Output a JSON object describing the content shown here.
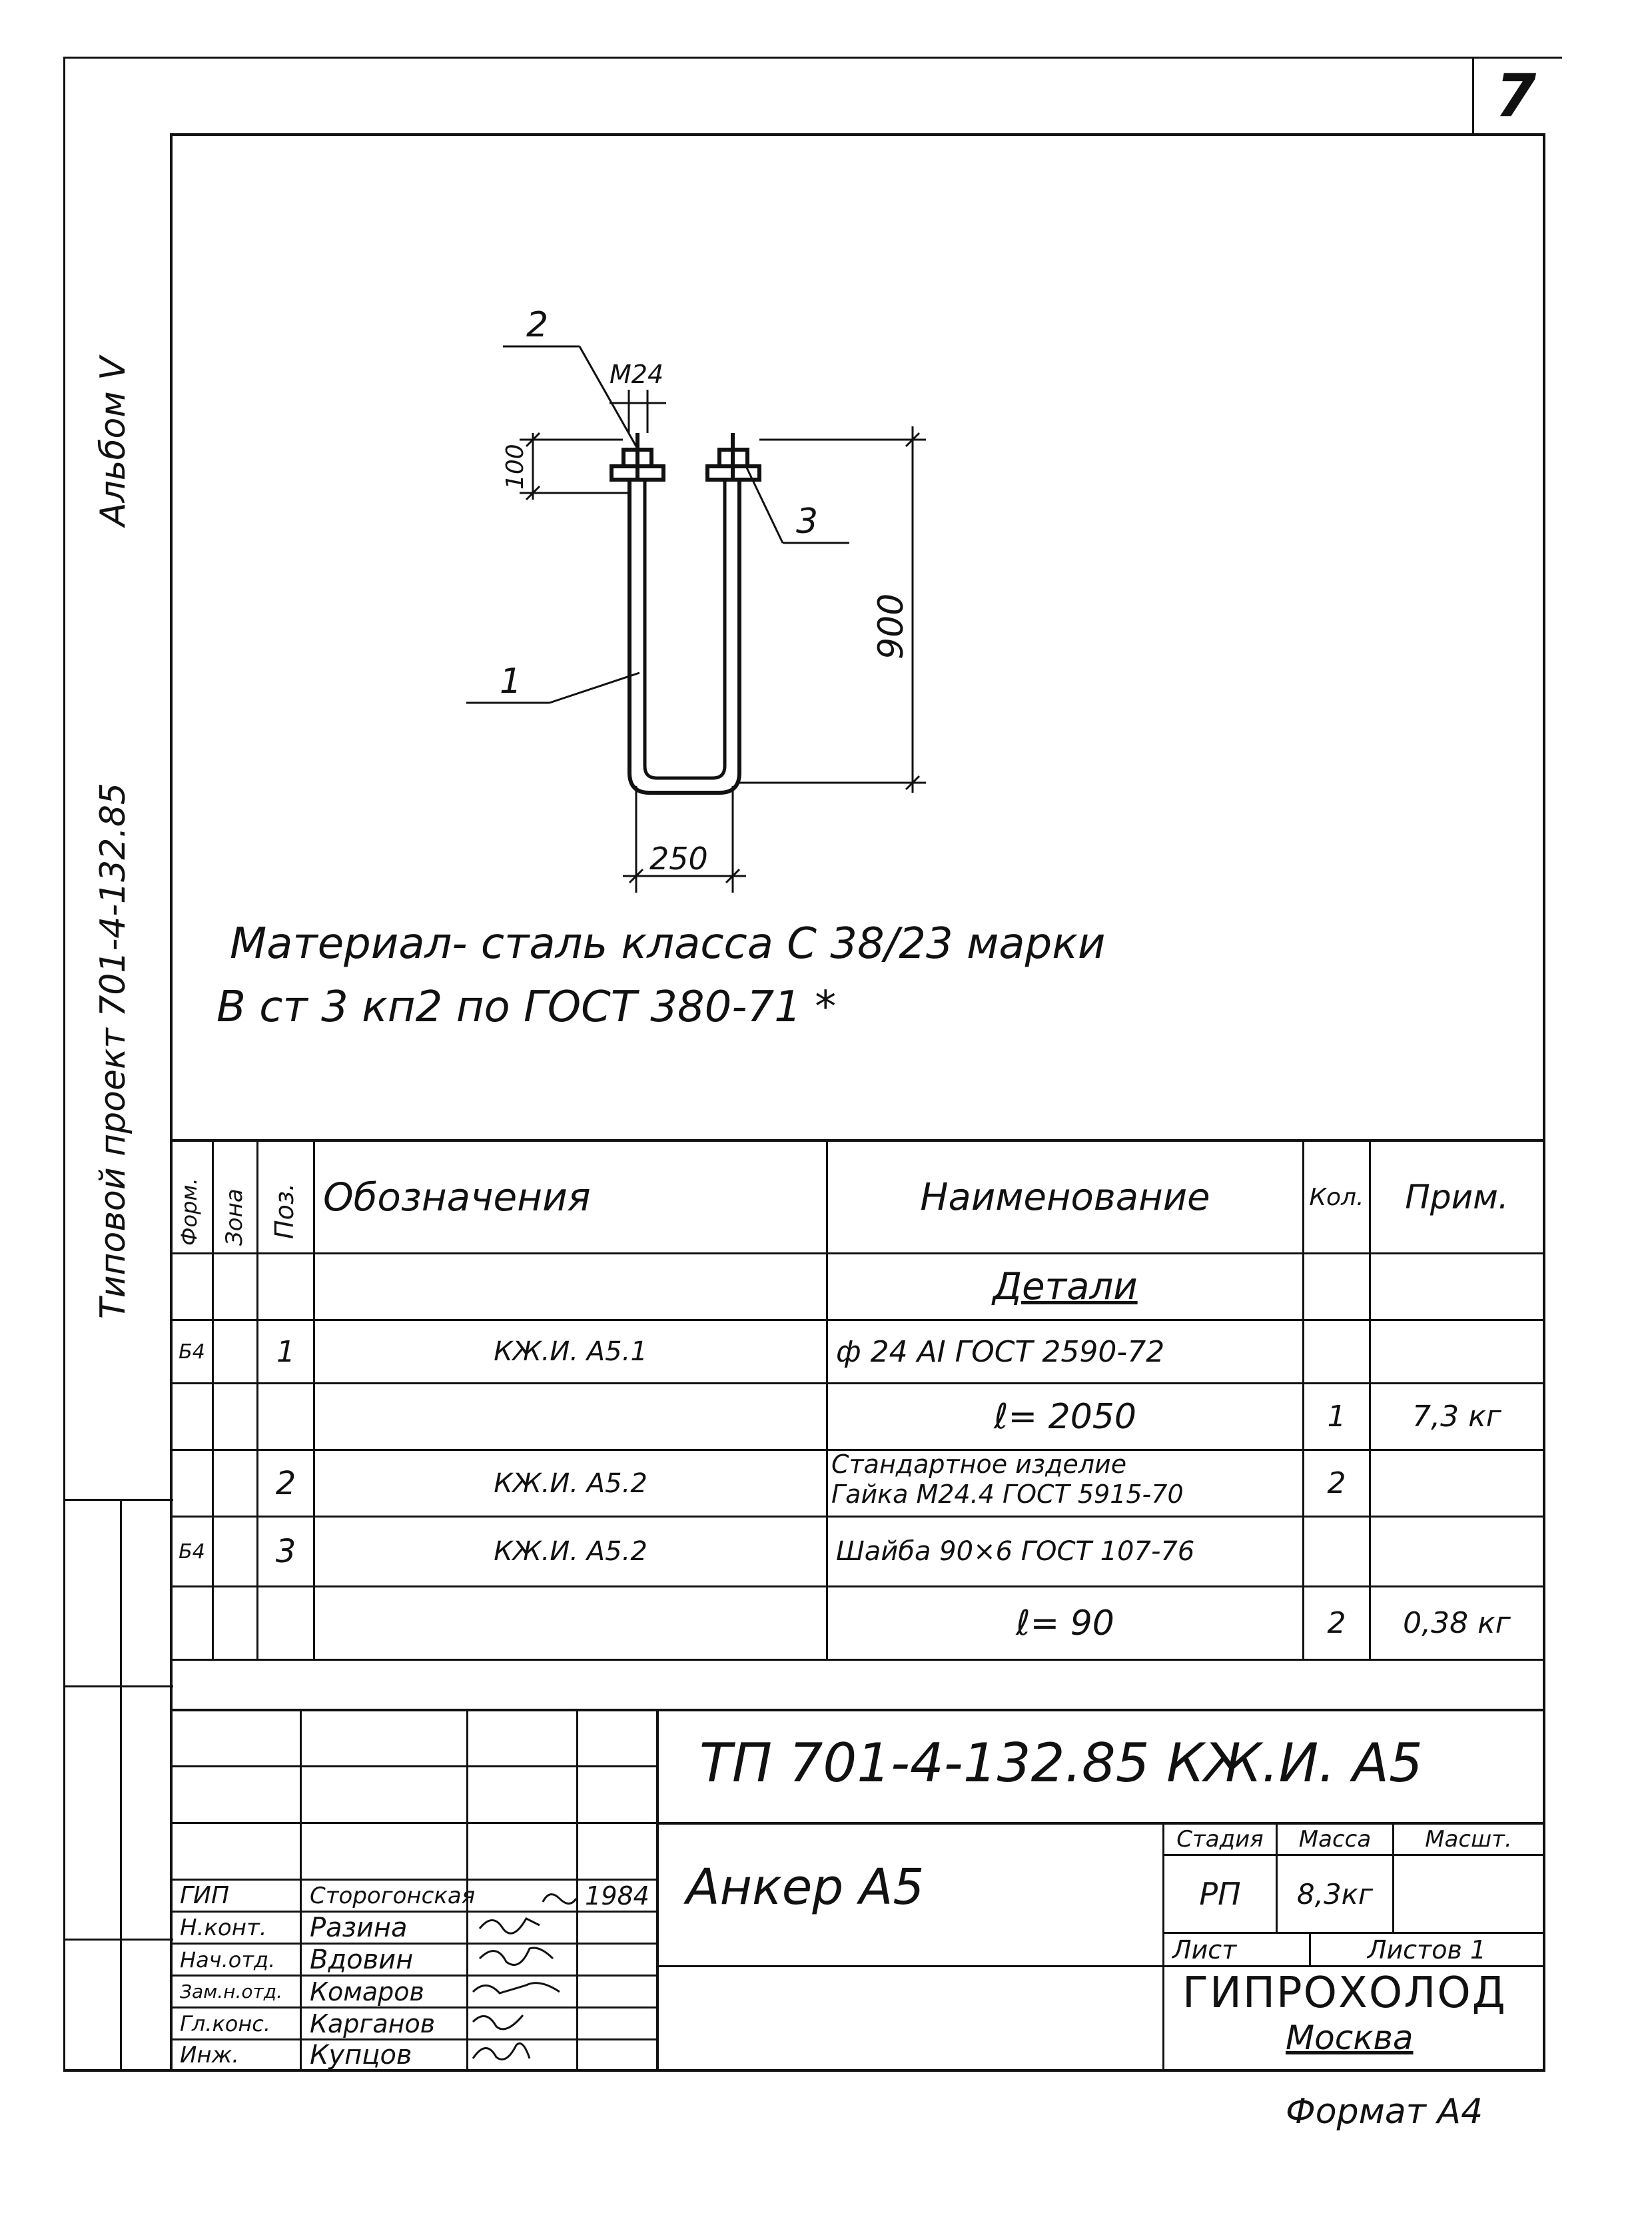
{
  "sheet_number": "7",
  "side_text": {
    "album": "Альбом V",
    "project": "Типовой проект 701-4-132.85"
  },
  "drawing": {
    "pos_2": "2",
    "thread": "М24",
    "dim_100": "100",
    "pos_3": "3",
    "dim_900": "900",
    "pos_1": "1",
    "dim_250": "250"
  },
  "material_note": {
    "line1": "Материал- сталь   класса  С 38/23  марки",
    "line2": "В ст 3 кп2   по ГОСТ  380-71 *"
  },
  "spec_table": {
    "headers": {
      "format": "Форм.",
      "zone": "Зона",
      "pos": "Поз.",
      "designation": "Обозначения",
      "name": "Наименование",
      "qty": "Кол.",
      "note": "Прим."
    },
    "section_title": "Детали",
    "rows": [
      {
        "format": "Б4",
        "pos": "1",
        "designation": "КЖ.И.  А5.1",
        "name": "ф 24 АI ГОСТ 2590-72",
        "qty": "",
        "note": ""
      },
      {
        "format": "",
        "pos": "",
        "designation": "",
        "name": "ℓ= 2050",
        "qty": "1",
        "note": "7,3 кг"
      },
      {
        "format": "",
        "pos": "2",
        "designation": "КЖ.И.  А5.2",
        "name_line1": "Стандартное изделие",
        "name_line2": "Гайка М24.4 ГОСТ 5915-70",
        "qty": "2",
        "note": ""
      },
      {
        "format": "Б4",
        "pos": "3",
        "designation": "КЖ.И.  А5.2",
        "name": "Шайба 90×6 ГОСТ 107-76",
        "qty": "",
        "note": ""
      },
      {
        "format": "",
        "pos": "",
        "designation": "",
        "name": "ℓ= 90",
        "qty": "2",
        "note": "0,38 кг"
      }
    ]
  },
  "title_block": {
    "code": "ТП 701-4-132.85   КЖ.И. А5",
    "item_title": "Анкер А5",
    "stage_label": "Стадия",
    "mass_label": "Масса",
    "scale_label": "Масшт.",
    "stage_value": "РП",
    "mass_value": "8,3кг",
    "sheet_label": "Лист",
    "sheets_label": "Листов 1",
    "org": "ГИПРОХОЛОД",
    "city": "Москва",
    "year": "1984",
    "staff": [
      {
        "role": "ГИП",
        "name": "Сторогонская"
      },
      {
        "role": "Н.конт.",
        "name": "Разина"
      },
      {
        "role": "Нач.отд.",
        "name": "Вдовин"
      },
      {
        "role": "Зам.н.отд.",
        "name": "Комаров"
      },
      {
        "role": "Гл.конс.",
        "name": "Карганов"
      },
      {
        "role": "Инж.",
        "name": "Купцов"
      }
    ]
  },
  "footer": {
    "format": "Формат А4"
  }
}
